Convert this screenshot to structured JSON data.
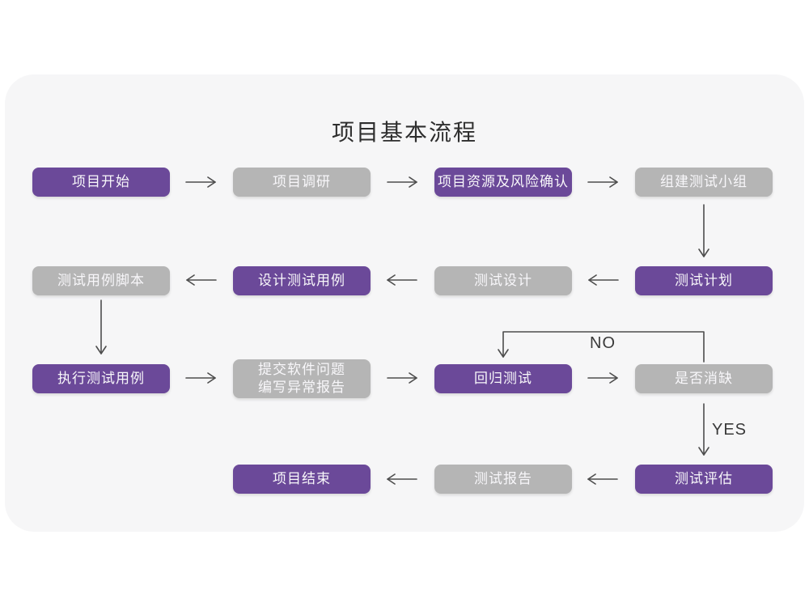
{
  "title": "项目基本流程",
  "colors": {
    "page_bg": "#ffffff",
    "card_bg": "#f6f6f7",
    "node_purple": "#6b4999",
    "node_gray": "#b5b5b5",
    "node_text": "#f8f7fa",
    "arrow": "#4d4d4d",
    "title_text": "#2e2e2e"
  },
  "flow": {
    "nodes": [
      {
        "label": "项目开始",
        "variant": "purple"
      },
      {
        "label": "项目调研",
        "variant": "gray"
      },
      {
        "label": "项目资源及风险确认",
        "variant": "purple"
      },
      {
        "label": "组建测试小组",
        "variant": "gray"
      },
      {
        "label": "测试计划",
        "variant": "purple"
      },
      {
        "label": "测试设计",
        "variant": "gray"
      },
      {
        "label": "设计测试用例",
        "variant": "purple"
      },
      {
        "label": "测试用例脚本",
        "variant": "gray"
      },
      {
        "label": "执行测试用例",
        "variant": "purple"
      },
      {
        "label": "提交软件问题\n编写异常报告",
        "variant": "gray"
      },
      {
        "label": "回归测试",
        "variant": "purple"
      },
      {
        "label": "是否消缺",
        "variant": "gray"
      },
      {
        "label": "测试评估",
        "variant": "purple"
      },
      {
        "label": "测试报告",
        "variant": "gray"
      },
      {
        "label": "项目结束",
        "variant": "purple"
      }
    ],
    "labels": {
      "no": "NO",
      "yes": "YES"
    },
    "edges": [
      {
        "from": "项目开始",
        "to": "项目调研"
      },
      {
        "from": "项目调研",
        "to": "项目资源及风险确认"
      },
      {
        "from": "项目资源及风险确认",
        "to": "组建测试小组"
      },
      {
        "from": "组建测试小组",
        "to": "测试计划"
      },
      {
        "from": "测试计划",
        "to": "测试设计"
      },
      {
        "from": "测试设计",
        "to": "设计测试用例"
      },
      {
        "from": "设计测试用例",
        "to": "测试用例脚本"
      },
      {
        "from": "测试用例脚本",
        "to": "执行测试用例"
      },
      {
        "from": "执行测试用例",
        "to": "提交软件问题 编写异常报告"
      },
      {
        "from": "提交软件问题 编写异常报告",
        "to": "回归测试"
      },
      {
        "from": "回归测试",
        "to": "是否消缺"
      },
      {
        "from": "是否消缺",
        "to": "回归测试",
        "label": "NO"
      },
      {
        "from": "是否消缺",
        "to": "测试评估",
        "label": "YES"
      },
      {
        "from": "测试评估",
        "to": "测试报告"
      },
      {
        "from": "测试报告",
        "to": "项目结束"
      }
    ]
  }
}
